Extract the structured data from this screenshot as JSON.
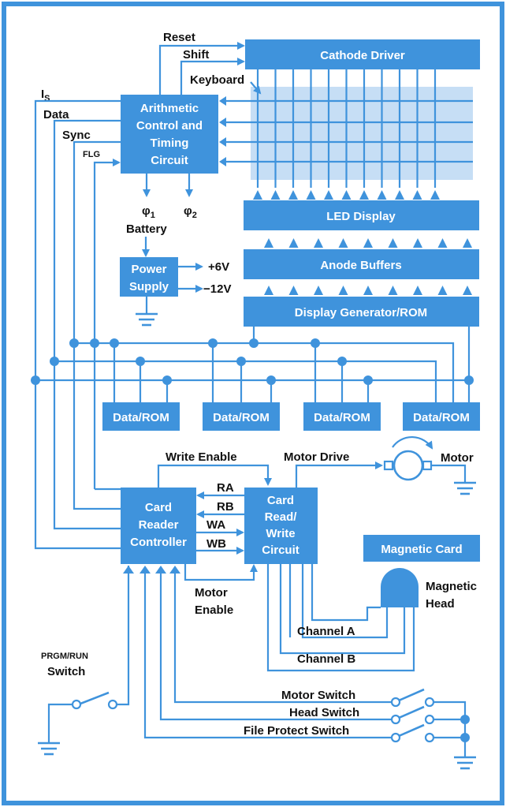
{
  "blocks": {
    "cathode_driver": "Cathode Driver",
    "arith_1": "Arithmetic",
    "arith_2": "Control and",
    "arith_3": "Timing",
    "arith_4": "Circuit",
    "led_display": "LED Display",
    "anode_buffers": "Anode Buffers",
    "display_generator": "Display Generator/ROM",
    "power_1": "Power",
    "power_2": "Supply",
    "data_rom": "Data/ROM",
    "crc_1": "Card",
    "crc_2": "Reader",
    "crc_3": "Controller",
    "crw_1": "Card",
    "crw_2": "Read/",
    "crw_3": "Write",
    "crw_4": "Circuit",
    "magnetic_card": "Magnetic Card"
  },
  "labels": {
    "reset": "Reset",
    "shift": "Shift",
    "keyboard": "Keyboard",
    "is_main": "I",
    "is_sub": "S",
    "data": "Data",
    "sync": "Sync",
    "flg": "FLG",
    "phi1_main": "φ",
    "phi1_sub": "1",
    "phi2_main": "φ",
    "phi2_sub": "2",
    "battery": "Battery",
    "plus6v": "+6V",
    "minus12v": "−12V",
    "write_enable": "Write Enable",
    "motor_drive": "Motor Drive",
    "motor": "Motor",
    "ra": "RA",
    "rb": "RB",
    "wa": "WA",
    "wb": "WB",
    "motor_enable_1": "Motor",
    "motor_enable_2": "Enable",
    "magnetic_head_1": "Magnetic",
    "magnetic_head_2": "Head",
    "channel_a": "Channel A",
    "channel_b": "Channel B",
    "prgm_run": "PRGM/RUN",
    "switch": "Switch",
    "motor_switch": "Motor Switch",
    "head_switch": "Head Switch",
    "file_protect_switch": "File Protect Switch"
  },
  "colors": {
    "accent": "#3f93dc",
    "keyboard_grid": "#c6def5",
    "text": "#111111"
  }
}
